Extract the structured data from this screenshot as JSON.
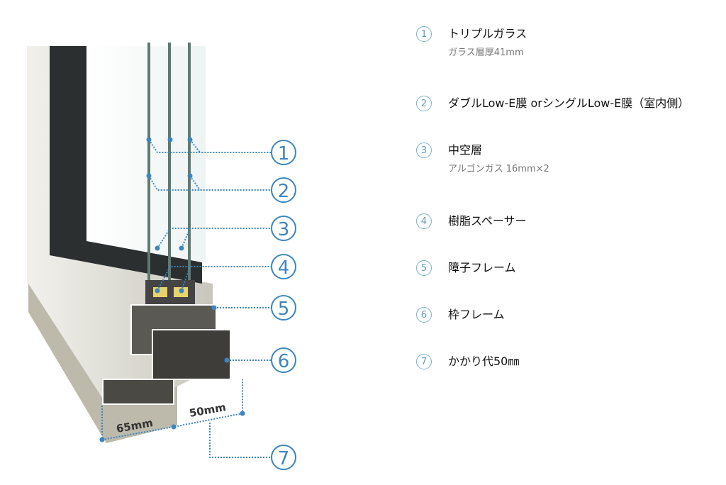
{
  "callouts": [
    "1",
    "2",
    "3",
    "4",
    "5",
    "6",
    "7"
  ],
  "dimensions": {
    "left": "65mm",
    "right": "50mm"
  },
  "legend": [
    {
      "num": "1",
      "title": "トリプルガラス",
      "sub": "ガラス層厚41mm"
    },
    {
      "num": "2",
      "title": "ダブルLow-E膜 orシングルLow-E膜（室内側）"
    },
    {
      "num": "3",
      "title": "中空層",
      "sub": "アルゴンガス 16mm×2"
    },
    {
      "num": "4",
      "title": "樹脂スペーサー"
    },
    {
      "num": "5",
      "title": "障子フレーム"
    },
    {
      "num": "6",
      "title": "枠フレーム"
    },
    {
      "num": "7",
      "title": "かかり代50㎜"
    }
  ],
  "colors": {
    "accent": "#3c86bd",
    "frame": "#d8d6cc"
  }
}
